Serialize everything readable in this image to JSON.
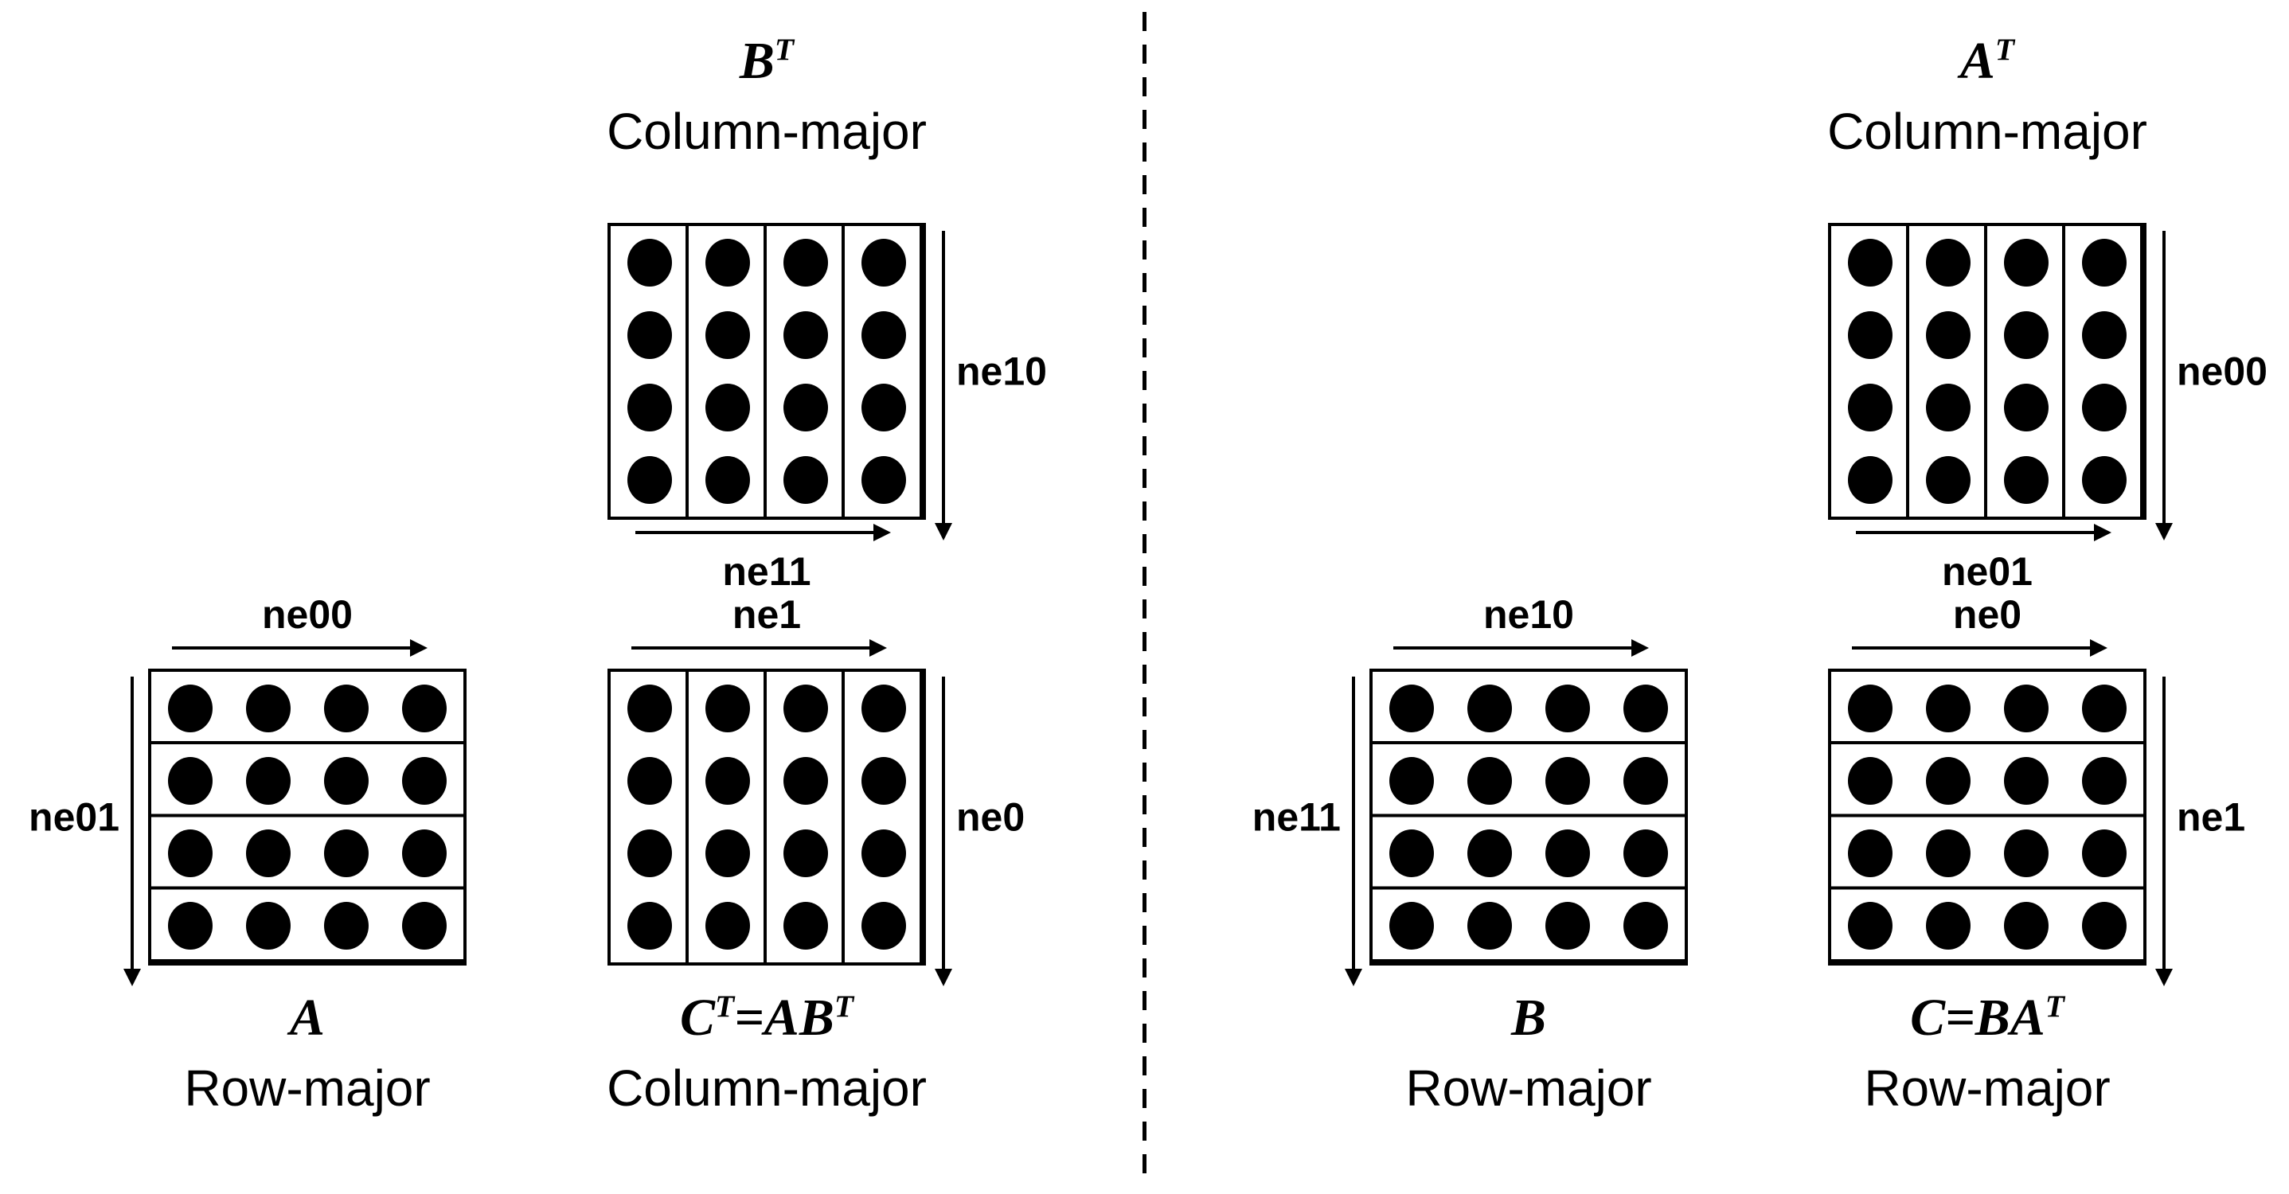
{
  "colors": {
    "ink": "#000000",
    "background": "#ffffff"
  },
  "divider": {
    "style": "vertical-dashed"
  },
  "grid": {
    "rows": 4,
    "cols": 4
  },
  "figures": {
    "bt": {
      "cap1": "B",
      "sup1": "T",
      "layout": "Column-major",
      "v_label": "ne10",
      "h_label": "ne11",
      "orientation": "column-major"
    },
    "a": {
      "cap1": "A",
      "layout": "Row-major",
      "h_label": "ne00",
      "v_label": "ne01",
      "orientation": "row-major"
    },
    "ct": {
      "cap1": "C",
      "sup1": "T",
      "cap2": "=AB",
      "sup2": "T",
      "layout": "Column-major",
      "h_label": "ne1",
      "v_label": "ne0",
      "orientation": "column-major"
    },
    "at": {
      "cap1": "A",
      "sup1": "T",
      "layout": "Column-major",
      "v_label": "ne00",
      "h_label": "ne01",
      "orientation": "column-major"
    },
    "b": {
      "cap1": "B",
      "layout": "Row-major",
      "h_label": "ne10",
      "v_label": "ne11",
      "orientation": "row-major"
    },
    "c": {
      "cap1": "C",
      "cap2": "=BA",
      "sup2": "T",
      "layout": "Row-major",
      "h_label": "ne0",
      "v_label": "ne1",
      "orientation": "row-major"
    }
  }
}
